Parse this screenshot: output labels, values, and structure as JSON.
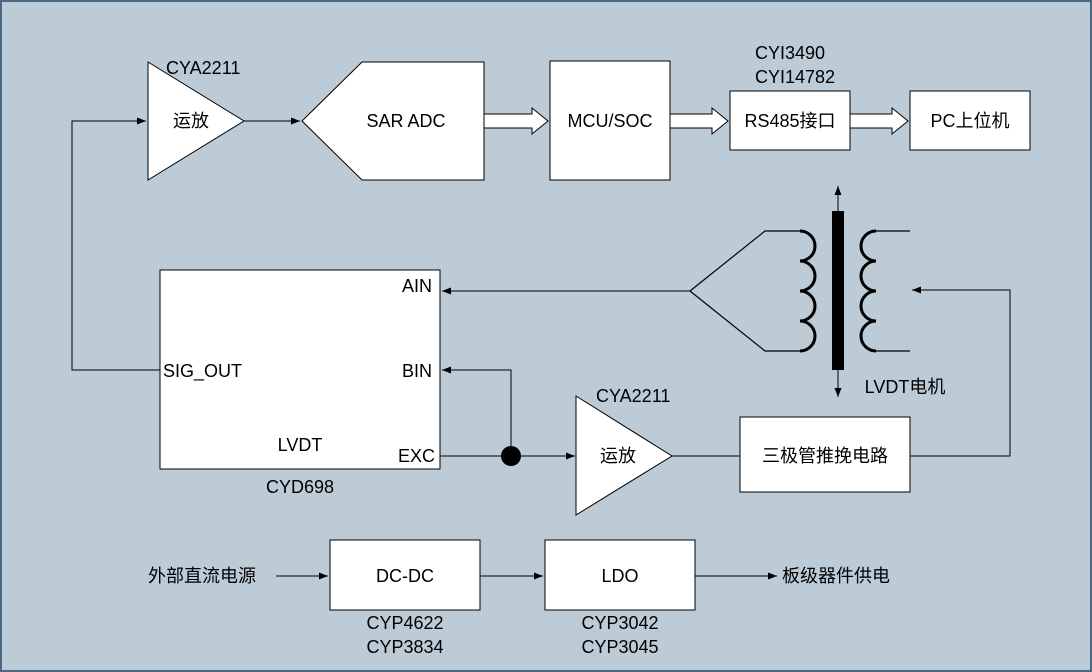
{
  "colors": {
    "background": "#bccbd6",
    "border": "#4b6782",
    "block_fill": "#ffffff",
    "line": "#000000"
  },
  "top_chain": {
    "amp": {
      "label": "运放",
      "part": "CYA2211"
    },
    "adc": {
      "label": "SAR ADC"
    },
    "mcu": {
      "label": "MCU/SOC"
    },
    "rs485": {
      "label": "RS485接口",
      "part_1": "CYI3490",
      "part_2": "CYI14782"
    },
    "pc": {
      "label": "PC上位机"
    }
  },
  "lvdt_chip": {
    "name": "LVDT",
    "part": "CYD698",
    "pin_ain": "AIN",
    "pin_bin": "BIN",
    "pin_exc": "EXC",
    "pin_sig_out": "SIG_OUT"
  },
  "drive_chain": {
    "amp": {
      "label": "运放",
      "part": "CYA2211"
    },
    "driver": {
      "label": "三极管推挽电路"
    }
  },
  "sensor": {
    "label": "LVDT电机"
  },
  "power_chain": {
    "source": "外部直流电源",
    "dcdc": {
      "label": "DC-DC",
      "part_1": "CYP4622",
      "part_2": "CYP3834"
    },
    "ldo": {
      "label": "LDO",
      "part_1": "CYP3042",
      "part_2": "CYP3045"
    },
    "load": "板级器件供电"
  }
}
